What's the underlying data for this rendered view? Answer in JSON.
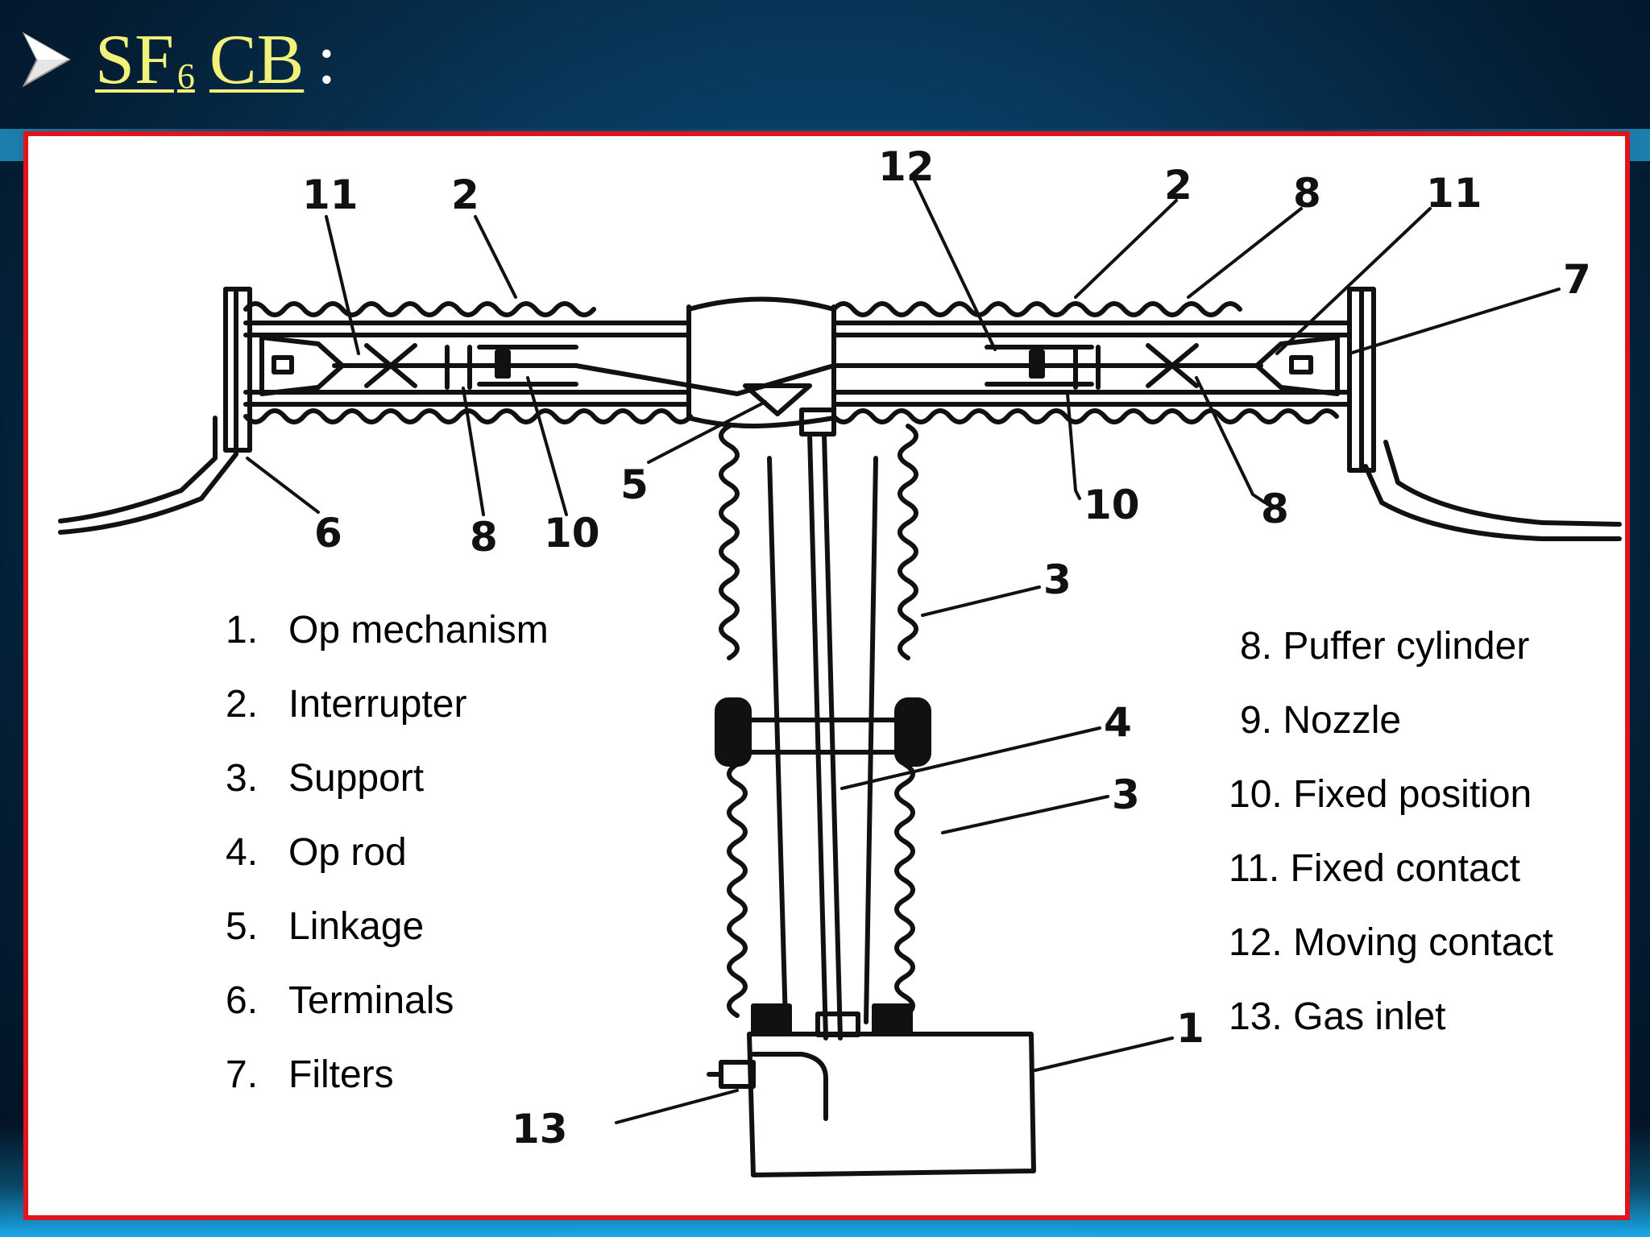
{
  "slide": {
    "title_main": "SF",
    "title_subscript": "6",
    "title_tail": "CB",
    "title_colon": ":"
  },
  "diagram": {
    "callouts": {
      "c11_left": "11",
      "c2_left": "2",
      "c12": "12",
      "c2_right": "2",
      "c8_top": "8",
      "c11_right": "11",
      "c7": "7",
      "c5": "5",
      "c6": "6",
      "c8_left": "8",
      "c10_left": "10",
      "c10_right": "10",
      "c8_right": "8",
      "c3_top": "3",
      "c4": "4",
      "c3_bottom": "3",
      "c1": "1",
      "c13": "13"
    }
  },
  "legend_left": [
    {
      "num": "1.",
      "label": "Op mechanism"
    },
    {
      "num": "2.",
      "label": "Interrupter"
    },
    {
      "num": "3.",
      "label": "Support"
    },
    {
      "num": "4.",
      "label": "Op rod"
    },
    {
      "num": "5.",
      "label": "Linkage"
    },
    {
      "num": "6.",
      "label": "Terminals"
    },
    {
      "num": "7.",
      "label": "Filters"
    }
  ],
  "legend_right": [
    {
      "text": "8. Puffer cylinder"
    },
    {
      "text": "9. Nozzle"
    },
    {
      "text": "10. Fixed position"
    },
    {
      "text": "11. Fixed contact"
    },
    {
      "text": "12. Moving contact"
    },
    {
      "text": "13. Gas inlet"
    }
  ]
}
